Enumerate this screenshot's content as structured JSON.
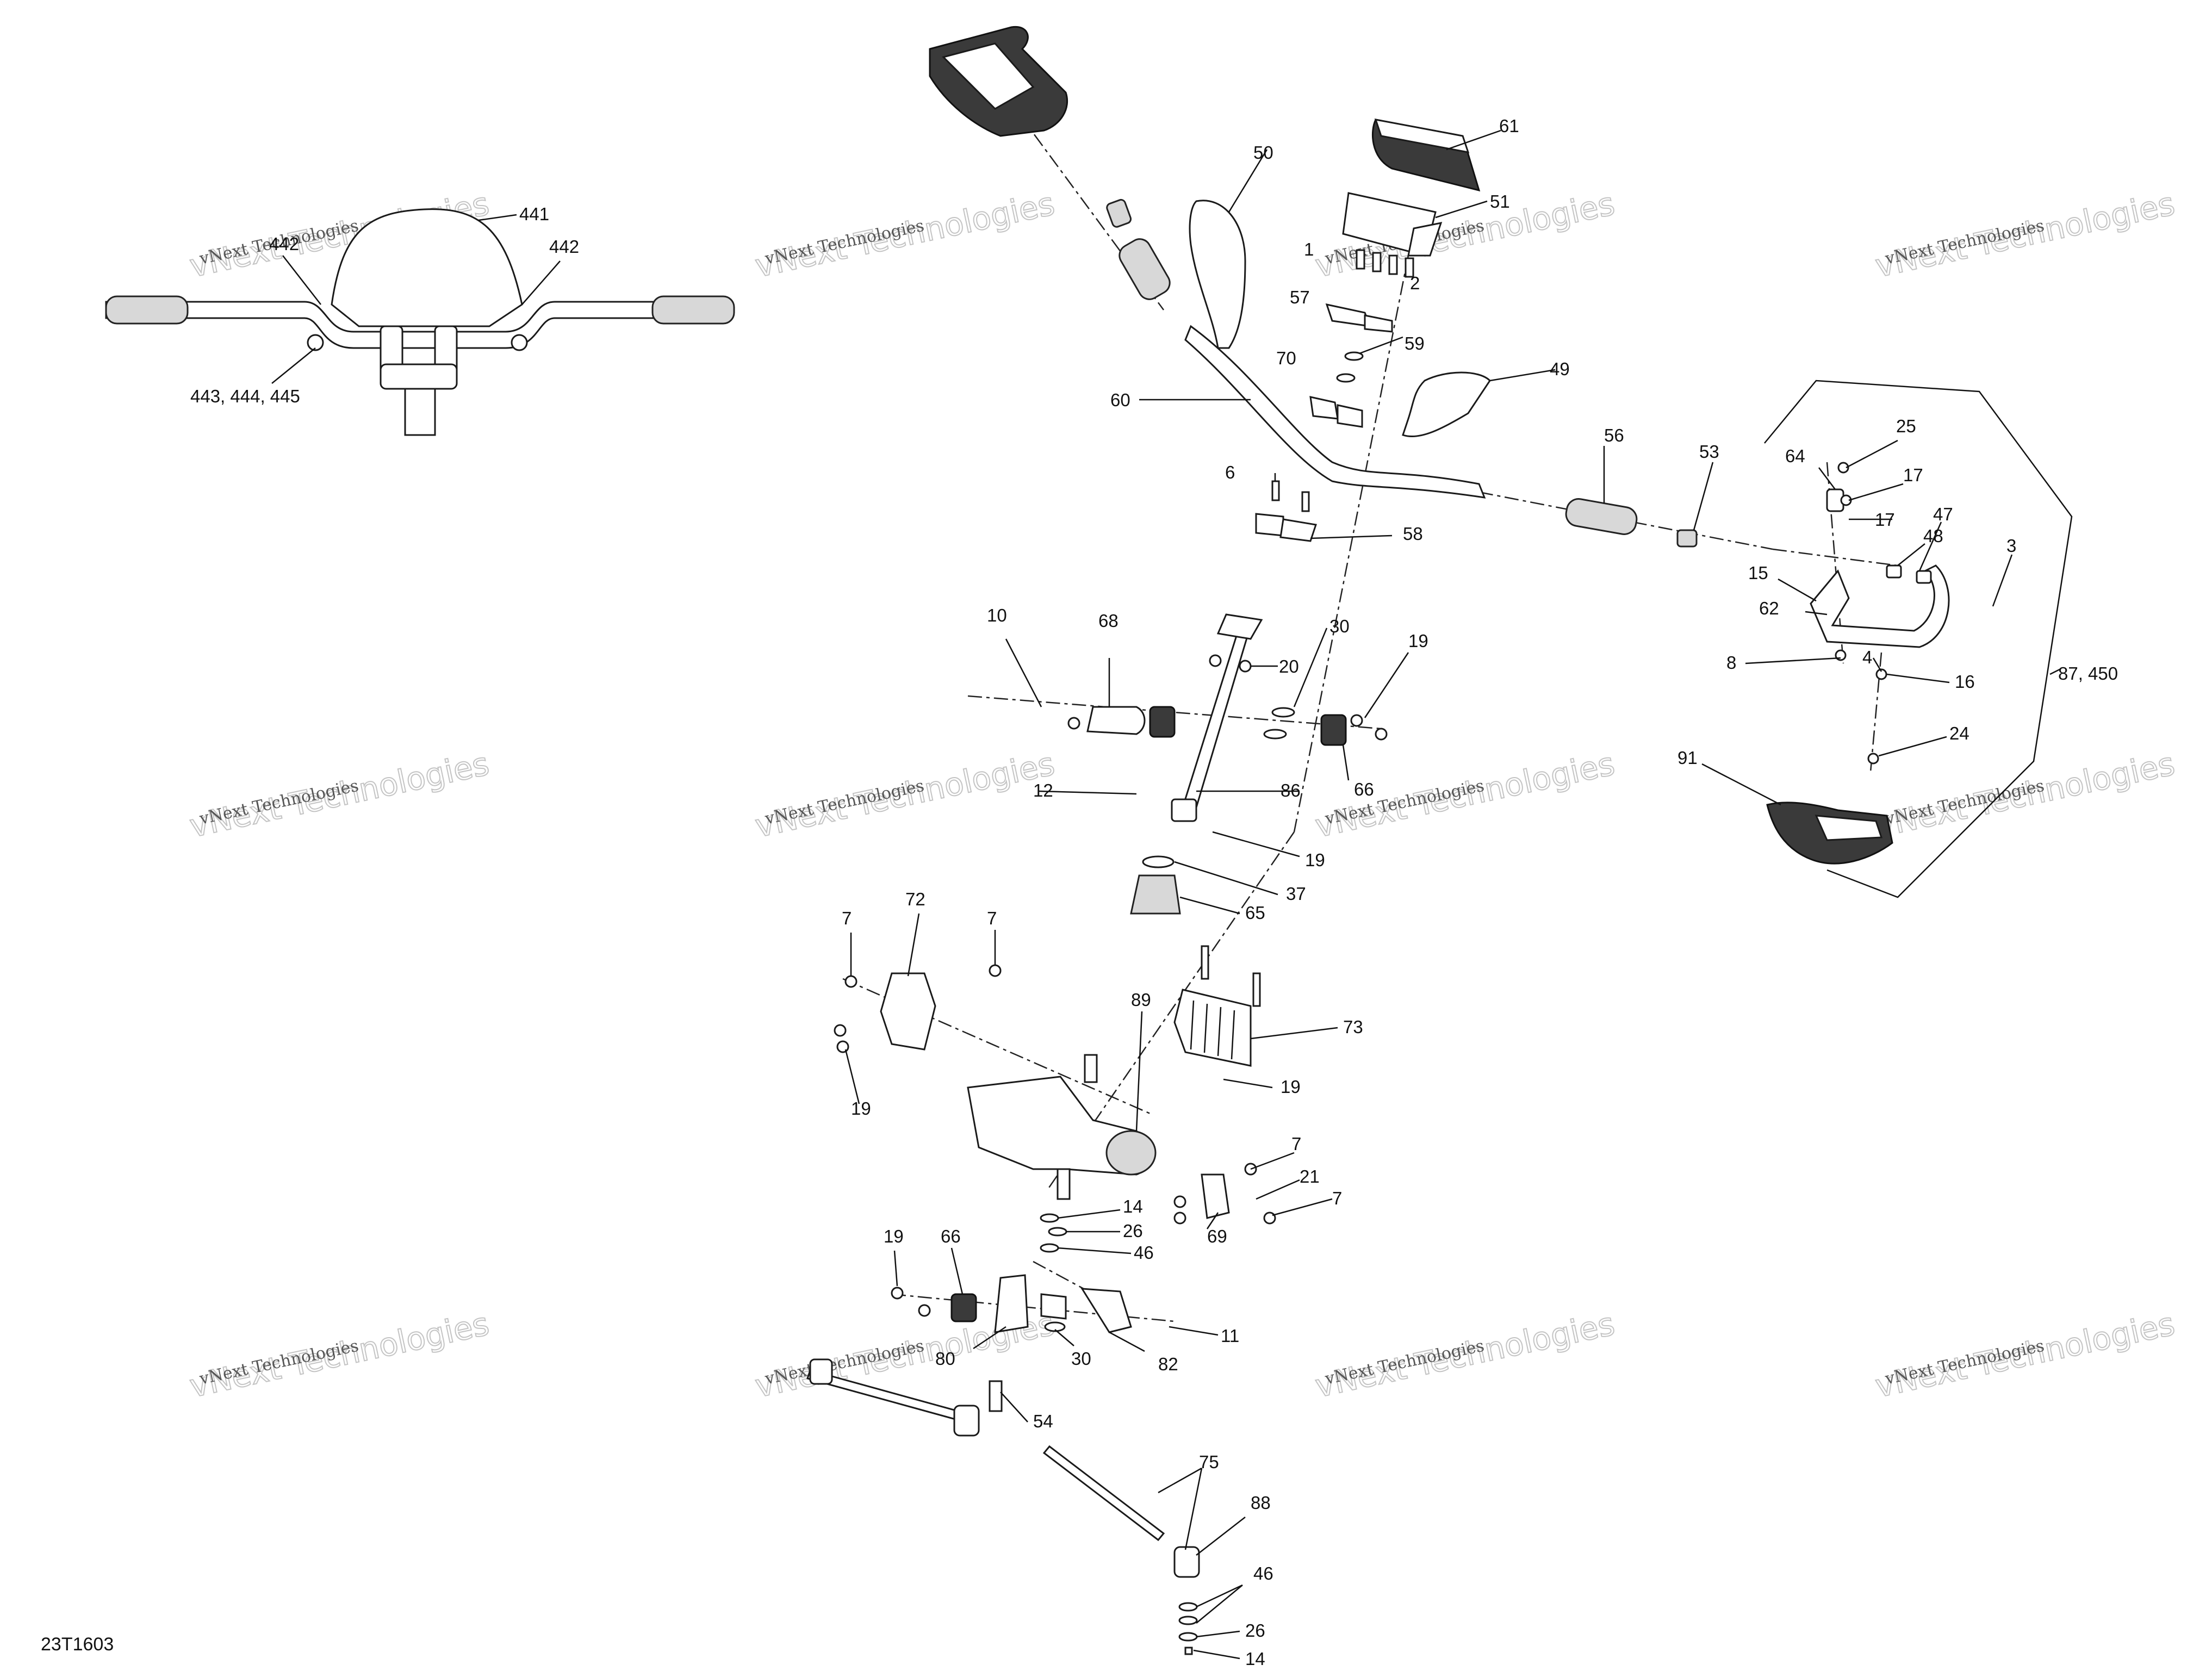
{
  "diagram_code": "23T1603",
  "watermark": {
    "line1": "vNext Technologies",
    "line2": "vNext Technologies"
  },
  "callouts": {
    "c441": "441",
    "c442a": "442",
    "c442b": "442",
    "c443": "443, 444, 445",
    "c50": "50",
    "c61": "61",
    "c51": "51",
    "c1": "1",
    "c2": "2",
    "c57": "57",
    "c59": "59",
    "c70": "70",
    "c49": "49",
    "c60": "60",
    "c56": "56",
    "c53": "53",
    "c6": "6",
    "c58": "58",
    "c25": "25",
    "c64": "64",
    "c17a": "17",
    "c17b": "17",
    "c47": "47",
    "c48": "48",
    "c3": "3",
    "c15": "15",
    "c62": "62",
    "c8": "8",
    "c4": "4",
    "c16": "16",
    "c87": "87, 450",
    "c24": "24",
    "c91": "91",
    "c10": "10",
    "c68": "68",
    "c30a": "30",
    "c20": "20",
    "c19a": "19",
    "c66a": "66",
    "c12": "12",
    "c86": "86",
    "c19b": "19",
    "c37": "37",
    "c65": "65",
    "c7a": "7",
    "c72": "72",
    "c7b": "7",
    "c89": "89",
    "c73": "73",
    "c19c": "19",
    "c19d": "19",
    "c7c": "7",
    "c21": "21",
    "c7d": "7",
    "c14a": "14",
    "c26a": "26",
    "c69": "69",
    "c46a": "46",
    "c19e": "19",
    "c66b": "66",
    "c11": "11",
    "c80": "80",
    "c30b": "30",
    "c82": "82",
    "c54": "54",
    "c75": "75",
    "c88": "88",
    "c46b": "46",
    "c26b": "26",
    "c14b": "14"
  }
}
